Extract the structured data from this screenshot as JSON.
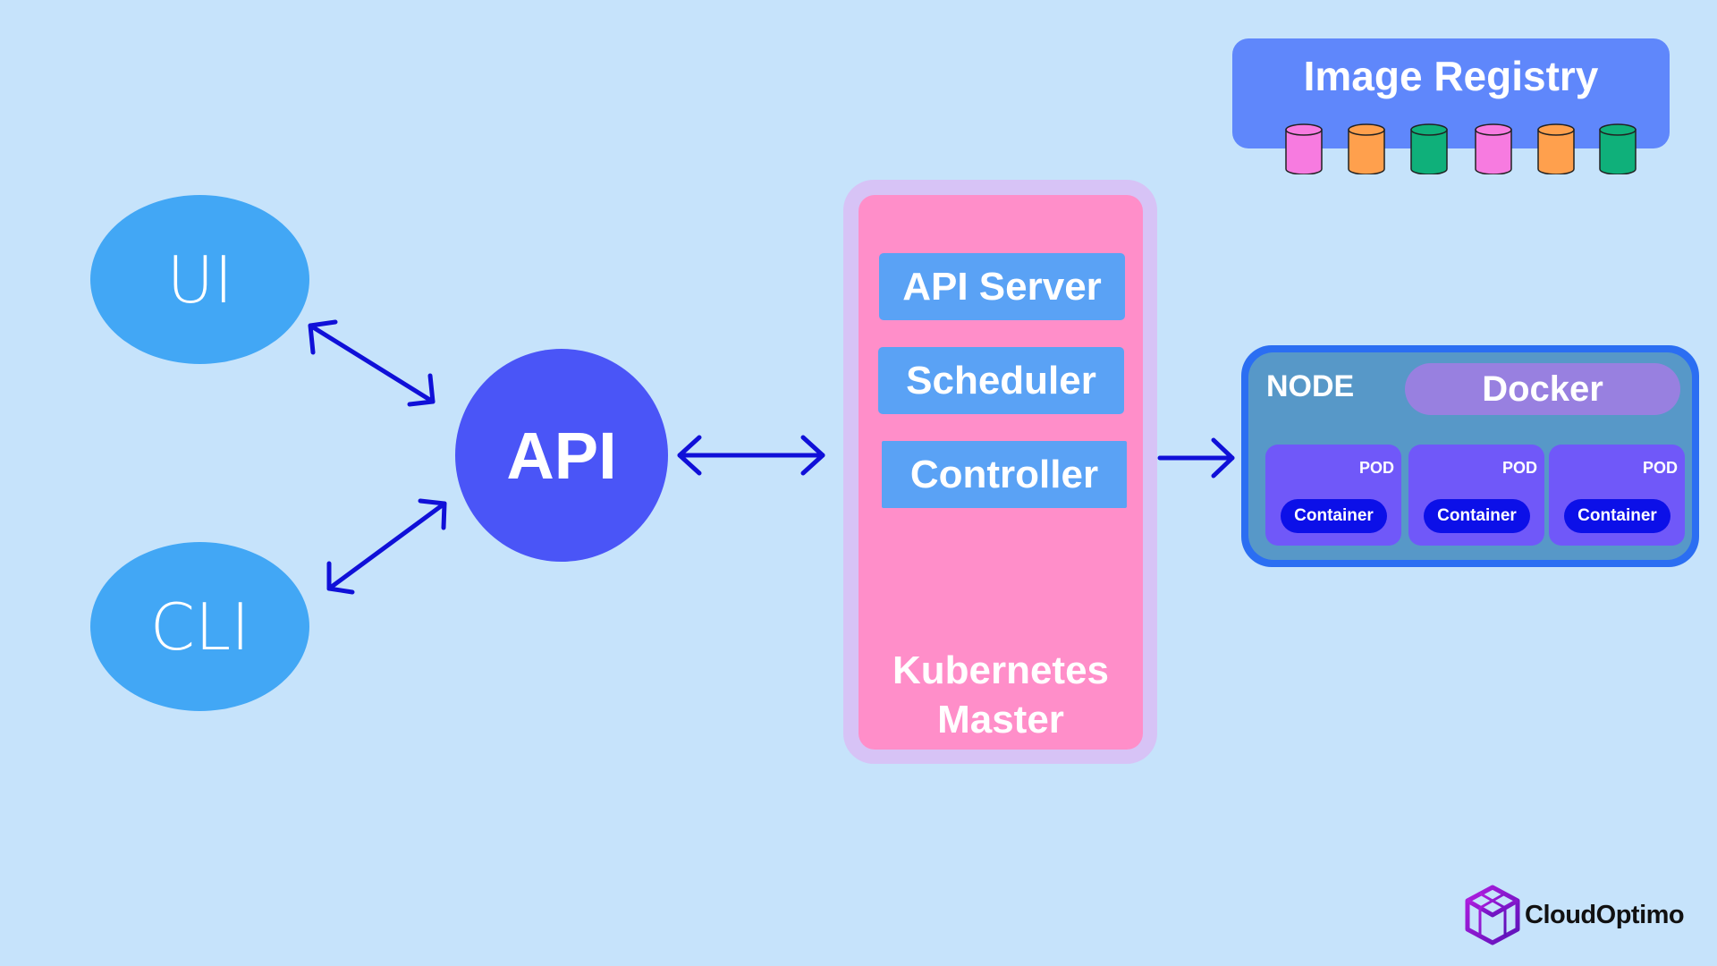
{
  "ui_label": "UI",
  "cli_label": "CLI",
  "api_label": "API",
  "master": {
    "api_server": "API Server",
    "scheduler": "Scheduler",
    "controller": "Controller",
    "label_line1": "Kubernetes",
    "label_line2": "Master"
  },
  "registry": {
    "title": "Image Registry",
    "images": [
      {
        "color": "#f77be0"
      },
      {
        "color": "#ffa04d"
      },
      {
        "color": "#0fb07a"
      },
      {
        "color": "#f77be0"
      },
      {
        "color": "#ffa04d"
      },
      {
        "color": "#0fb07a"
      }
    ]
  },
  "node": {
    "label": "NODE",
    "docker": "Docker",
    "pods": [
      {
        "label": "POD",
        "container": "Container"
      },
      {
        "label": "POD",
        "container": "Container"
      },
      {
        "label": "POD",
        "container": "Container"
      }
    ]
  },
  "logo": {
    "text": "CloudOptimo"
  },
  "colors": {
    "background": "#c6e3fb",
    "client_node": "#42a7f5",
    "api_node": "#4a55f7",
    "arrow": "#1010d8",
    "master_fill": "#ff8ec9",
    "master_border": "#d7c3f6",
    "component_box": "#5aa2f5",
    "registry": "#5f87fb",
    "node_border": "#2b6ef2",
    "node_fill": "#5798c8",
    "docker": "#9880e0",
    "pod": "#7058f9",
    "container": "#0c10e8"
  }
}
